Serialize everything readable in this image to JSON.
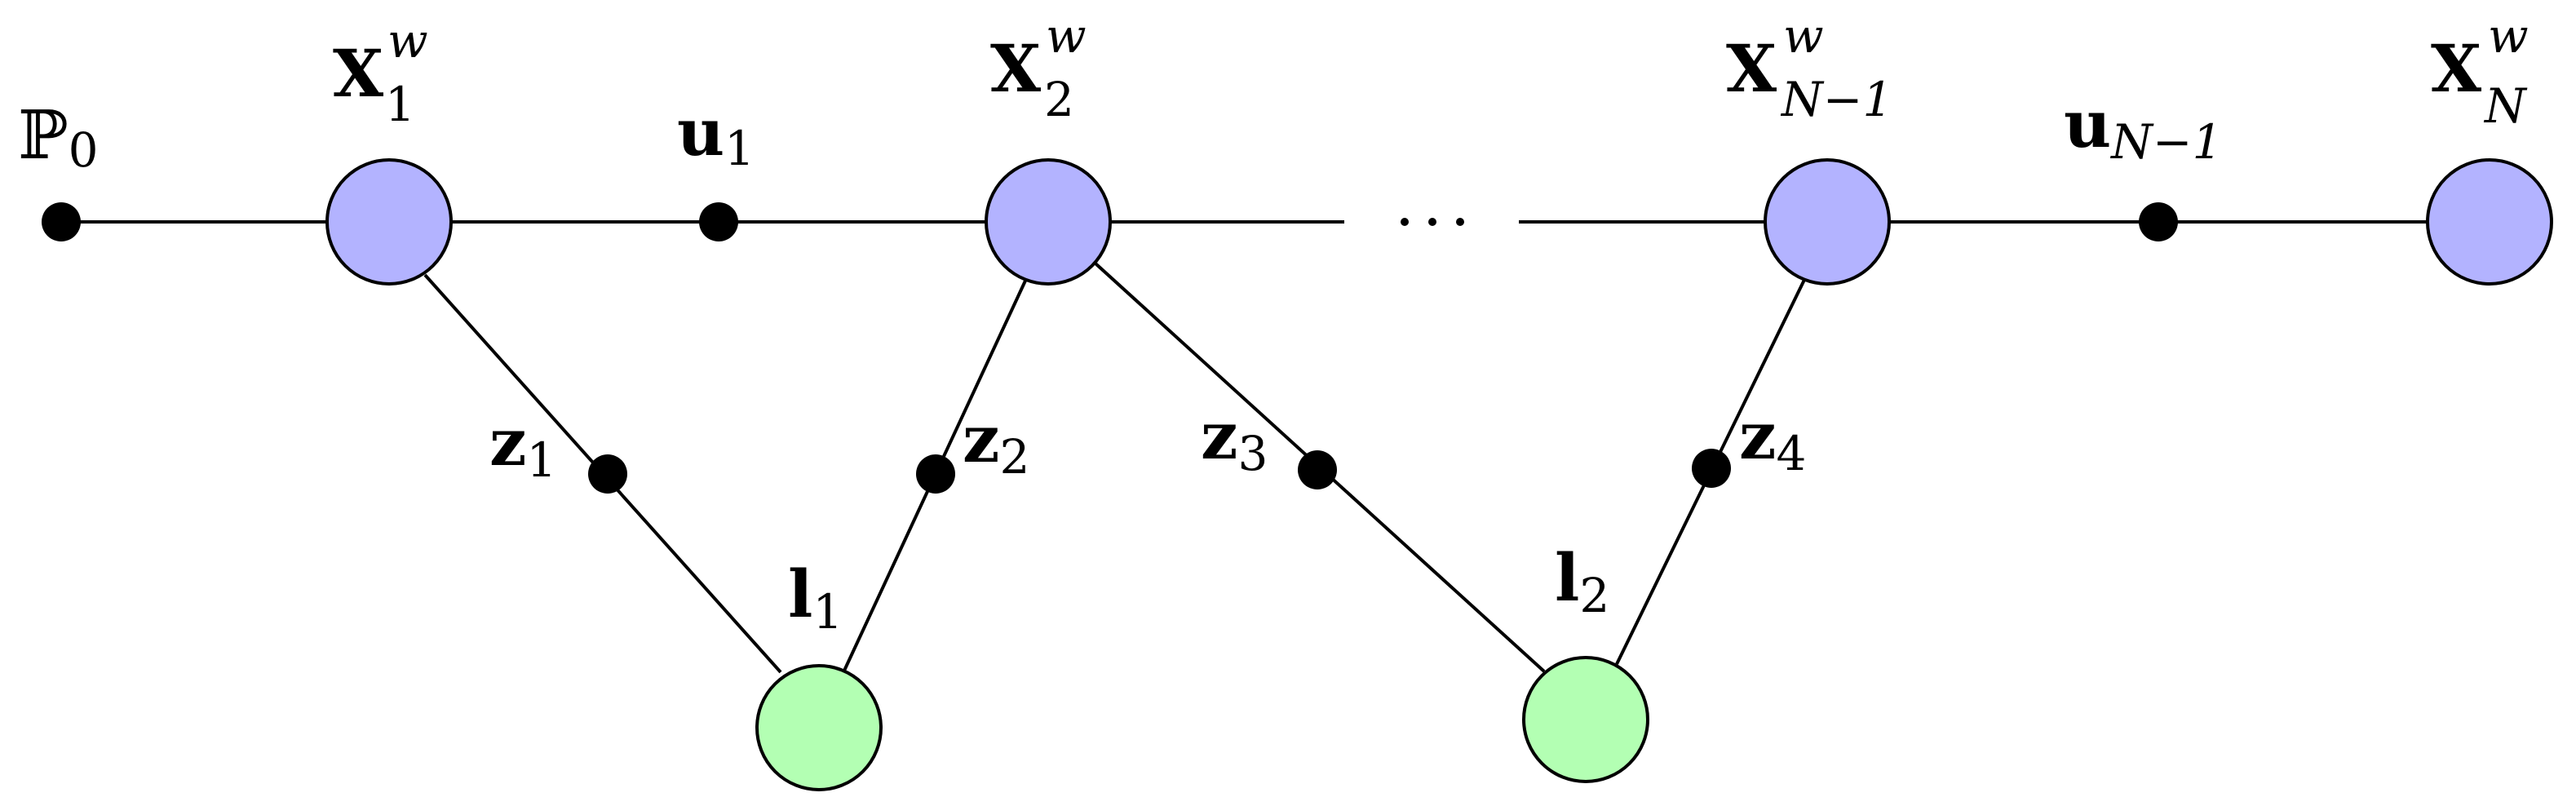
{
  "colors": {
    "pose_node_fill": "#b3b3ff",
    "landmark_node_fill": "#b3ffb3",
    "edge": "#000000",
    "factor": "#000000"
  },
  "labels": {
    "prior": {
      "main": "ℙ",
      "sub": "0"
    },
    "x1": {
      "main": "X",
      "sup": "w",
      "sub": "1"
    },
    "x2": {
      "main": "X",
      "sup": "w",
      "sub": "2"
    },
    "xn1": {
      "main": "X",
      "sup": "w",
      "sub": "N−1"
    },
    "xn": {
      "main": "X",
      "sup": "w",
      "sub": "N"
    },
    "u1": {
      "main": "u",
      "sub": "1"
    },
    "un1": {
      "main": "u",
      "sub": "N−1"
    },
    "z1": {
      "main": "z",
      "sub": "1"
    },
    "z2": {
      "main": "z",
      "sub": "2"
    },
    "z3": {
      "main": "z",
      "sub": "3"
    },
    "z4": {
      "main": "z",
      "sub": "4"
    },
    "l1": {
      "main": "l",
      "sub": "1"
    },
    "l2": {
      "main": "l",
      "sub": "2"
    }
  }
}
